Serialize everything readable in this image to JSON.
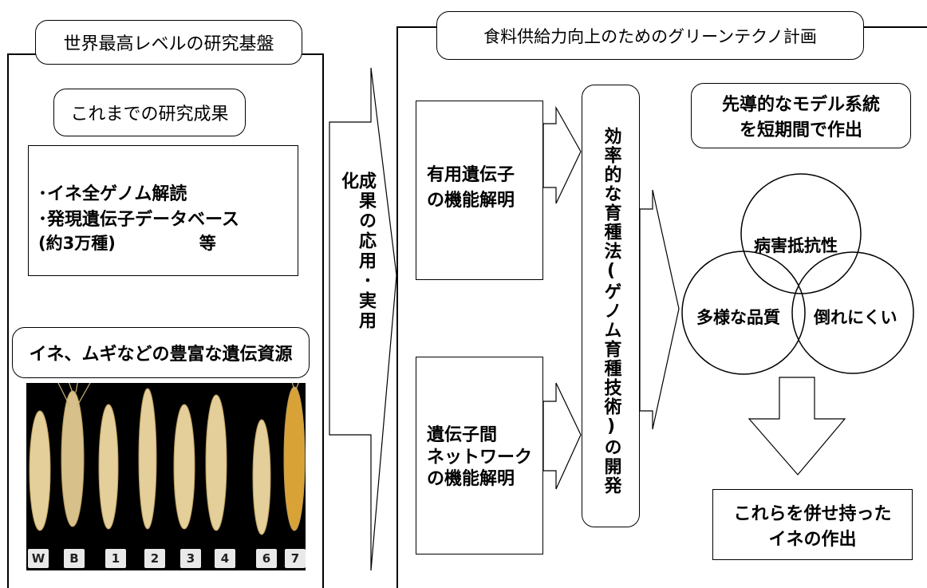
{
  "left_panel": {
    "title": "世界最高レベルの研究基盤",
    "results_heading": "これまでの研究成果",
    "results_items": [
      "･イネ全ゲノム解読",
      "･発現遺伝子データベース",
      "(約3万種)　　　　　等"
    ],
    "resources_heading": "イネ、ムギなどの豊富な遺伝資源",
    "photo_labels": [
      "W",
      "B",
      "1",
      "2",
      "3",
      "4",
      "6",
      "7"
    ]
  },
  "center_arrow": {
    "text": "成果の応用･実用化"
  },
  "right_panel": {
    "title": "食料供給力向上のためのグリーンテクノ計画",
    "box_top": [
      "有用遺伝子",
      "の機能解明"
    ],
    "box_bottom": [
      "遺伝子間",
      "ネットワーク",
      "の機能解明"
    ],
    "vertical_pill": "効率的な育種法(ゲノム育種技術)の開発",
    "model_title": [
      "先導的なモデル系統",
      "を短期間で作出"
    ],
    "traits": [
      "病害抵抗性",
      "多様な品質",
      "倒れにくい"
    ],
    "result": [
      "これらを併せ持った",
      "イネの作出"
    ]
  }
}
